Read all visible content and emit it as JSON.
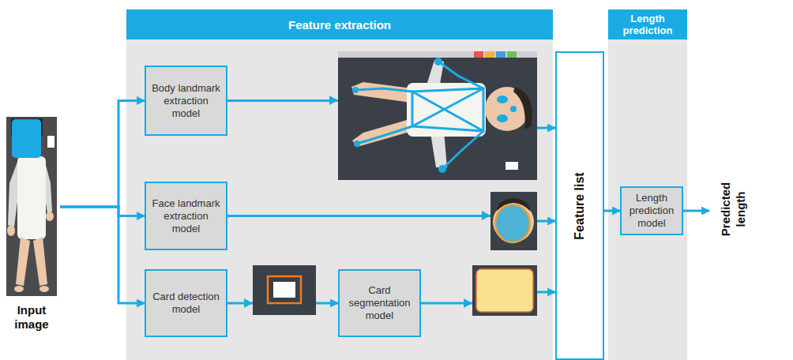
{
  "diagram": {
    "nodes": [
      {
        "text": [
          "Input image"
        ]
      },
      {
        "text": [
          "Feature extraction"
        ]
      },
      {
        "text": [
          "Body landmark extraction model"
        ],
        "in": 1
      },
      {
        "text": [
          "Face landmark extraction model"
        ],
        "in": 1
      },
      {
        "text": [
          "Card detection model"
        ],
        "in": 1
      },
      {
        "text": [
          "Card segmentation model"
        ],
        "in": 1
      },
      {
        "text": [
          "Feature list"
        ]
      },
      {
        "text": [
          "Length prediction"
        ]
      },
      {
        "text": [
          "Length prediction model"
        ],
        "in": 7
      },
      {
        "text": [
          "Predicted length"
        ]
      }
    ],
    "edges": [
      {
        "from": 0,
        "to": 2,
        "arrow": "to"
      },
      {
        "from": 0,
        "to": 3,
        "arrow": "to"
      },
      {
        "from": 0,
        "to": 4,
        "arrow": "to"
      },
      {
        "from": 2,
        "to": 6,
        "arrow": "to"
      },
      {
        "from": 3,
        "to": 6,
        "arrow": "to"
      },
      {
        "from": 4,
        "to": 5,
        "arrow": "to"
      },
      {
        "from": 5,
        "to": 6,
        "arrow": "to"
      },
      {
        "from": 6,
        "to": 8,
        "arrow": "to"
      },
      {
        "from": 8,
        "to": 9,
        "arrow": "to"
      }
    ]
  }
}
